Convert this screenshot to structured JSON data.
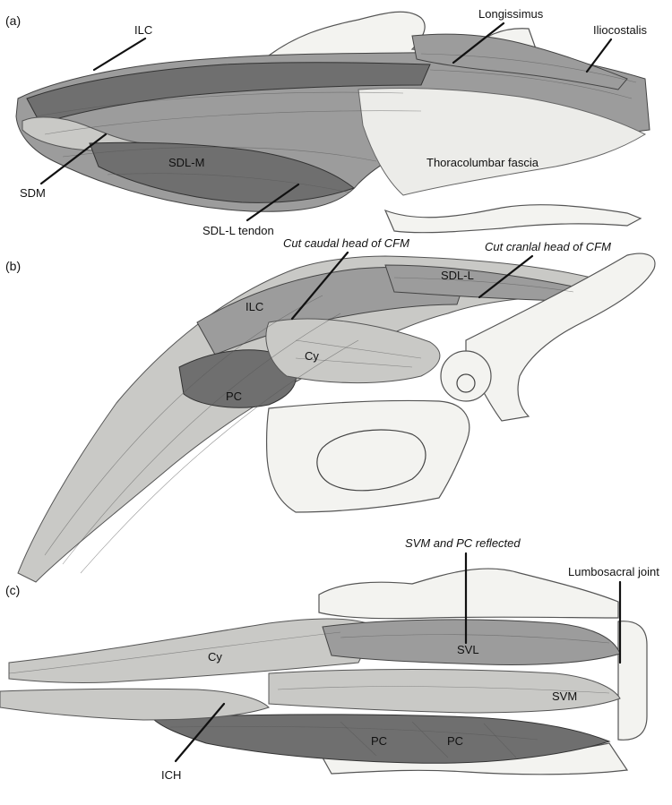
{
  "panels": {
    "a": {
      "letter": "(a)",
      "labels": {
        "ilc": "ILC",
        "longissimus": "Longissimus",
        "iliocostalis": "Iliocostalis",
        "sdl_m": "SDL-M",
        "thoracolumbar_fascia": "Thoracolumbar fascia",
        "sdm": "SDM",
        "sdl_l_tendon": "SDL-L tendon"
      }
    },
    "b": {
      "letter": "(b)",
      "labels": {
        "cut_caudal_head": "Cut caudal head of CFM",
        "cut_cranial_head": "Cut cranlal head of CFM",
        "sdl_l": "SDL-L",
        "ilc": "ILC",
        "cy": "Cy",
        "pc": "PC"
      }
    },
    "c": {
      "letter": "(c)",
      "labels": {
        "svm_pc_reflected": "SVM and PC reflected",
        "lumbosacral_joint": "Lumbosacral joint",
        "cy": "Cy",
        "svl": "SVL",
        "svm": "SVM",
        "ich": "ICH",
        "pc_left": "PC",
        "pc_right": "PC"
      }
    }
  },
  "colors": {
    "ink": "#111111",
    "bone": "#f3f3f0",
    "muscle_dark": "#6f6f6f",
    "muscle_mid": "#9c9c9c",
    "muscle_light": "#c9c9c6"
  }
}
